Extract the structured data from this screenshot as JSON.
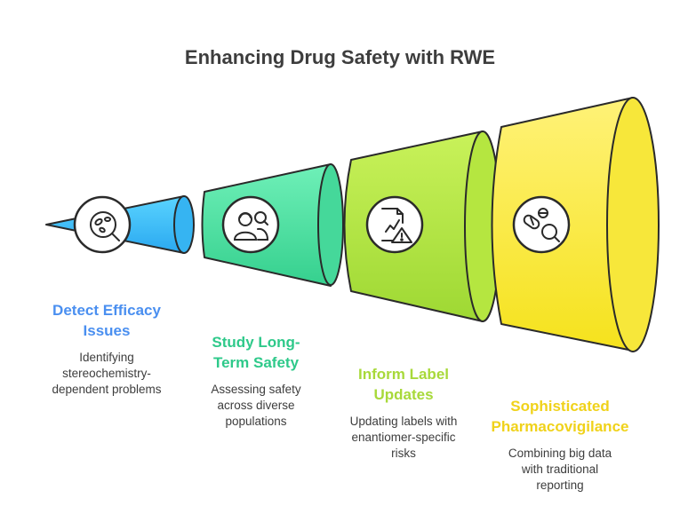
{
  "title": "Enhancing Drug Safety with RWE",
  "stages": [
    {
      "heading_lines": [
        "Detect Efficacy",
        "Issues"
      ],
      "desc_lines": [
        "Identifying",
        "stereochemistry-",
        "dependent problems"
      ],
      "color": "#4a8ff0",
      "icon": "pills-magnifier-icon"
    },
    {
      "heading_lines": [
        "Study Long-",
        "Term Safety"
      ],
      "desc_lines": [
        "Assessing safety",
        "across diverse",
        "populations"
      ],
      "color": "#2ec98a",
      "icon": "people-search-icon"
    },
    {
      "heading_lines": [
        "Inform Label",
        "Updates"
      ],
      "desc_lines": [
        "Updating labels with",
        "enantiomer-specific",
        "risks"
      ],
      "color": "#a8d93a",
      "icon": "document-warning-icon"
    },
    {
      "heading_lines": [
        "Sophisticated",
        "Pharmacovigilance"
      ],
      "desc_lines": [
        "Combining big data",
        "with traditional",
        "reporting"
      ],
      "color": "#f0d21a",
      "icon": "capsule-search-icon"
    }
  ]
}
